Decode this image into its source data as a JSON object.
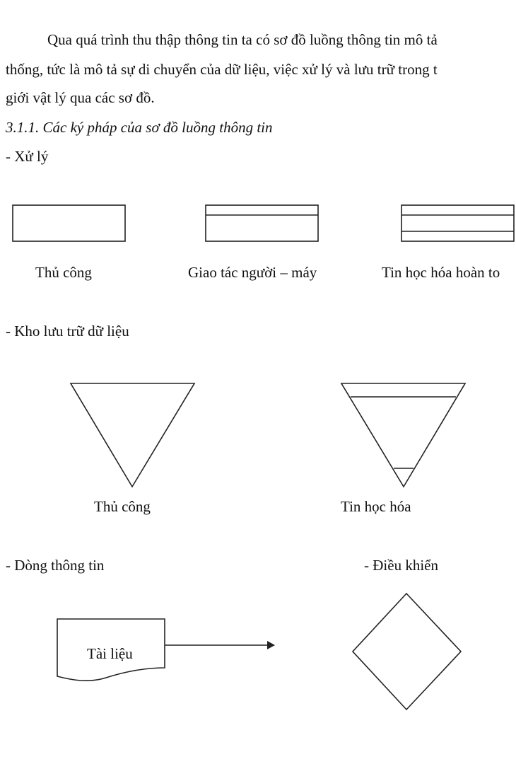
{
  "intro": {
    "line1": "Qua quá trình thu thập thông tin ta có sơ đồ luồng thông tin mô tả",
    "line2": "thống, tức là mô tả sự di chuyển của dữ liệu, việc xử lý và lưu trữ trong t",
    "line3": "giới vật lý qua các sơ đồ."
  },
  "section_heading": "3.1.1. Các ký pháp của sơ đồ luồng thông tin",
  "processing": {
    "label": "- Xử lý",
    "symbols": [
      {
        "name": "Thủ công",
        "shape": "rectangle"
      },
      {
        "name": "Giao tác người – máy",
        "shape": "rectangle-one-band"
      },
      {
        "name": "Tin học hóa hoàn to",
        "shape": "rectangle-two-bands"
      }
    ]
  },
  "storage": {
    "label": "- Kho lưu trữ dữ liệu",
    "symbols": [
      {
        "name": "Thủ công",
        "shape": "inverted-triangle"
      },
      {
        "name": "Tin học hóa",
        "shape": "inverted-triangle-banded"
      }
    ]
  },
  "flow": {
    "label": "- Dòng thông tin",
    "document_text": "Tài liệu"
  },
  "control": {
    "label": "- Điều khiển"
  }
}
